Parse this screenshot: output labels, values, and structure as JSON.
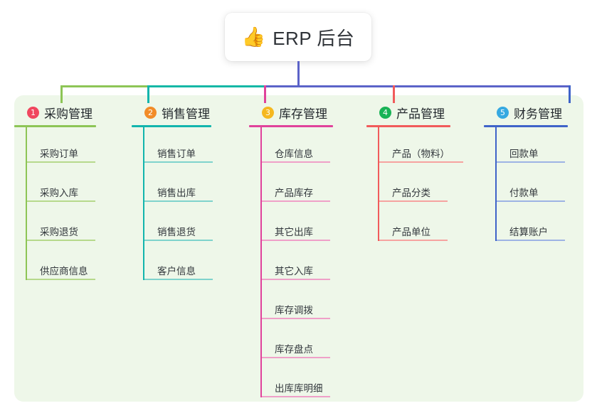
{
  "root": {
    "icon": "thumbs-up-icon",
    "emoji": "👍",
    "title": "ERP 后台"
  },
  "theme": {
    "panel_bg": "#eef7e9",
    "root_stem": "#5b63c8",
    "bus_left": "#8dc556",
    "bus_mid": "#14b8a6",
    "bus_right": "#5b63c8"
  },
  "columns": [
    {
      "index": "1",
      "title": "采购管理",
      "badge_color": "#f0475f",
      "line_color": "#8dc556",
      "item_line_color": "#b6d98c",
      "items": [
        {
          "label": "采购订单"
        },
        {
          "label": "采购入库"
        },
        {
          "label": "采购退货"
        },
        {
          "label": "供应商信息"
        }
      ]
    },
    {
      "index": "2",
      "title": "销售管理",
      "badge_color": "#f28c28",
      "line_color": "#12b5ad",
      "item_line_color": "#7fd3cc",
      "items": [
        {
          "label": "销售订单"
        },
        {
          "label": "销售出库"
        },
        {
          "label": "销售退货"
        },
        {
          "label": "客户信息"
        }
      ]
    },
    {
      "index": "3",
      "title": "库存管理",
      "badge_color": "#f5b820",
      "line_color": "#e0429b",
      "item_line_color": "#efa0c8",
      "items": [
        {
          "label": "仓库信息"
        },
        {
          "label": "产品库存"
        },
        {
          "label": "其它出库"
        },
        {
          "label": "其它入库"
        },
        {
          "label": "库存调拨"
        },
        {
          "label": "库存盘点"
        },
        {
          "label": "出库库明细"
        }
      ]
    },
    {
      "index": "4",
      "title": "产品管理",
      "badge_color": "#19b356",
      "line_color": "#f15b5b",
      "item_line_color": "#f6a3a0",
      "items": [
        {
          "label": "产品（物料）",
          "wide": true
        },
        {
          "label": "产品分类"
        },
        {
          "label": "产品单位"
        }
      ]
    },
    {
      "index": "5",
      "title": "财务管理",
      "badge_color": "#36a9e1",
      "line_color": "#3f63c9",
      "item_line_color": "#9db3e4",
      "items": [
        {
          "label": "回款单"
        },
        {
          "label": "付款单"
        },
        {
          "label": "结算账户"
        }
      ]
    }
  ],
  "layout": {
    "column_x": [
      20,
      185,
      350,
      515,
      680
    ],
    "drop_x": [
      85,
      207,
      371,
      552,
      799
    ],
    "rule_widths": [
      115,
      112,
      118,
      118,
      118
    ]
  }
}
